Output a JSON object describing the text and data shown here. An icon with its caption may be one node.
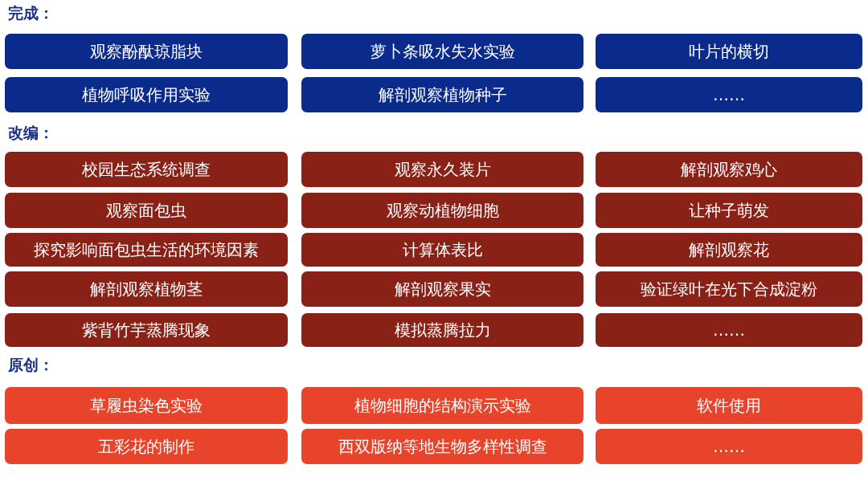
{
  "diagram": {
    "nodes": [
      {
        "text": [
          "观察酚酞琼脂块"
        ]
      },
      {
        "text": [
          "萝卜条吸水失水实验"
        ]
      },
      {
        "text": [
          "叶片的横切"
        ]
      },
      {
        "text": [
          "植物呼吸作用实验"
        ]
      },
      {
        "text": [
          "解剖观察植物种子"
        ]
      },
      {
        "text": [
          "……"
        ]
      },
      {
        "text": [
          "校园生态系统调查"
        ]
      },
      {
        "text": [
          "观察永久装片"
        ]
      },
      {
        "text": [
          "解剖观察鸡心"
        ]
      },
      {
        "text": [
          "观察面包虫"
        ]
      },
      {
        "text": [
          "观察动植物细胞"
        ]
      },
      {
        "text": [
          "让种子萌发"
        ]
      },
      {
        "text": [
          "探究影响面包虫生活的环境因素"
        ]
      },
      {
        "text": [
          "计算体表比"
        ]
      },
      {
        "text": [
          "解剖观察花"
        ]
      },
      {
        "text": [
          "解剖观察植物茎"
        ]
      },
      {
        "text": [
          "解剖观察果实"
        ]
      },
      {
        "text": [
          "验证绿叶在光下合成淀粉"
        ]
      },
      {
        "text": [
          "紫背竹芋蒸腾现象"
        ]
      },
      {
        "text": [
          "模拟蒸腾拉力"
        ]
      },
      {
        "text": [
          "……"
        ]
      },
      {
        "text": [
          "草履虫染色实验"
        ]
      },
      {
        "text": [
          "植物细胞的结构演示实验"
        ]
      },
      {
        "text": [
          "软件使用"
        ]
      },
      {
        "text": [
          "五彩花的制作"
        ]
      },
      {
        "text": [
          "西双版纳等地生物多样性调查"
        ]
      },
      {
        "text": [
          "……"
        ]
      }
    ],
    "labels": [
      "完成：",
      "改编：",
      "原创："
    ]
  }
}
